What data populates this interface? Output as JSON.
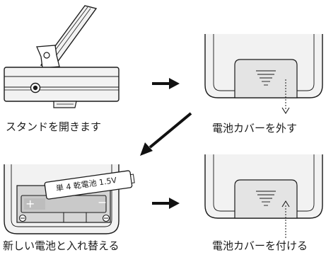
{
  "steps": [
    {
      "id": "step1",
      "caption": "スタンドを開きます"
    },
    {
      "id": "step2",
      "caption": "電池カバーを外す"
    },
    {
      "id": "step3",
      "caption": "新しい電池と入れ替える"
    },
    {
      "id": "step4",
      "caption": "電池カバーを付ける"
    }
  ],
  "battery": {
    "label": "単 4 乾電池 1.5V",
    "plus_symbol": "+",
    "minus_symbol": "−"
  },
  "colors": {
    "line": "#1a1a1a",
    "device_fill": "#f2f2f2",
    "cover_fill": "#e4e4e4",
    "compartment_fill": "#d6d6d6",
    "battery_fill": "#c9c9c9",
    "arrow": "#111111"
  }
}
